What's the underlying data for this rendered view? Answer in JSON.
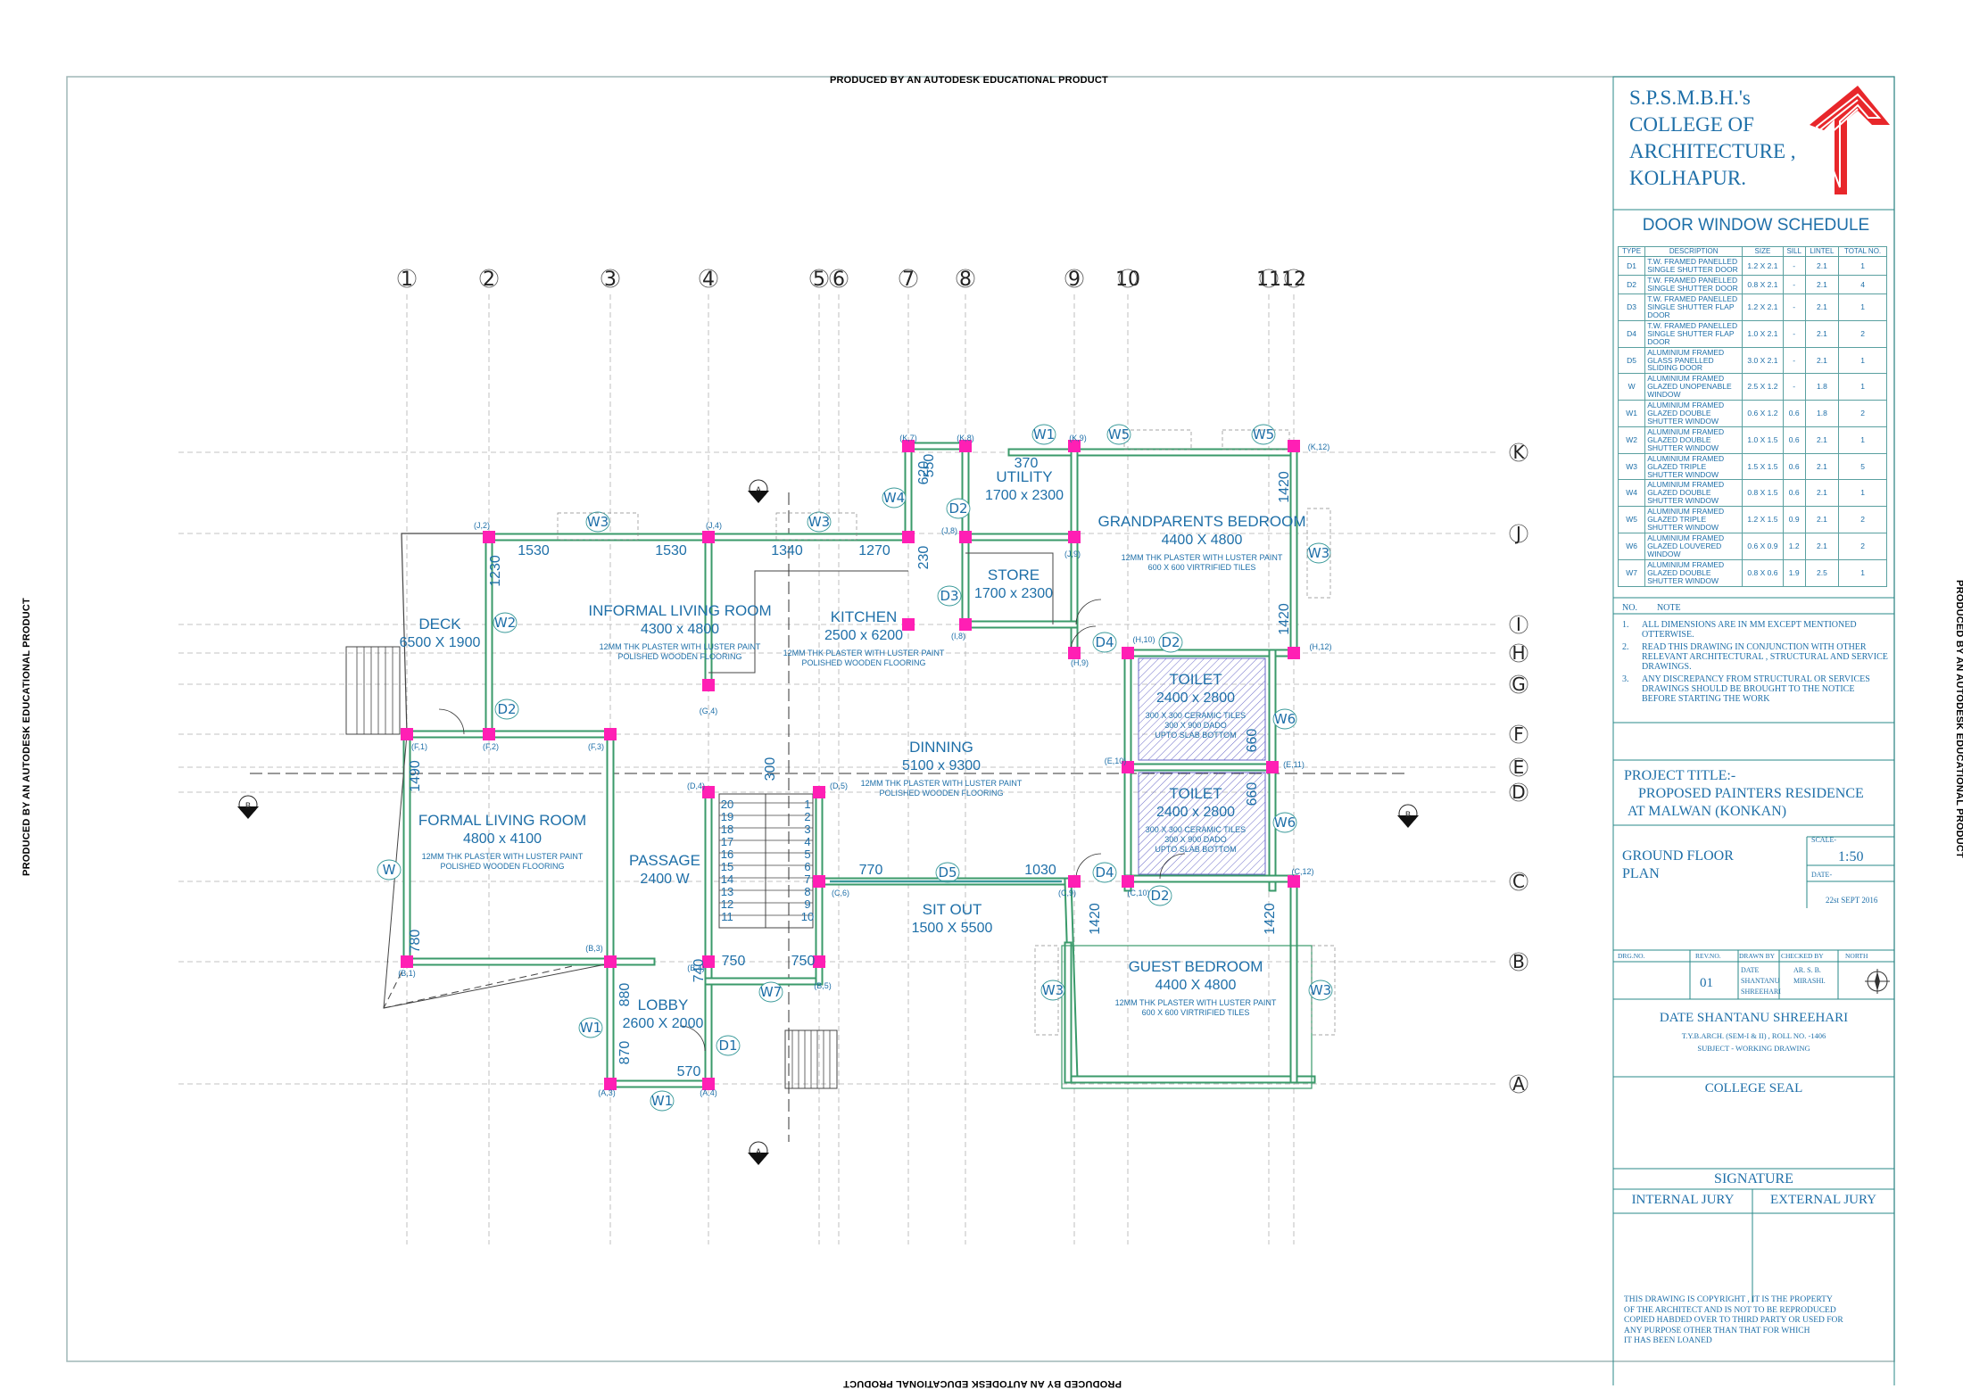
{
  "watermark": "PRODUCED BY AN AUTODESK EDUCATIONAL PRODUCT",
  "title_block": {
    "college": [
      "S.P.S.M.B.H.'s",
      "COLLEGE OF",
      "ARCHITECTURE ,",
      "KOLHAPUR."
    ],
    "schedule_title": "DOOR WINDOW SCHEDULE",
    "schedule_headers": [
      "TYPE",
      "DESCRIPTION",
      "SIZE",
      "SILL",
      "LINTEL",
      "TOTAL NO."
    ],
    "schedule_rows": [
      [
        "D1",
        "T.W. FRAMED PANELLED SINGLE SHUTTER DOOR",
        "1.2 X 2.1",
        "-",
        "2.1",
        "1"
      ],
      [
        "D2",
        "T.W. FRAMED PANELLED SINGLE SHUTTER DOOR",
        "0.8 X 2.1",
        "-",
        "2.1",
        "4"
      ],
      [
        "D3",
        "T.W. FRAMED PANELLED SINGLE SHUTTER FLAP DOOR",
        "1.2 X 2.1",
        "-",
        "2.1",
        "1"
      ],
      [
        "D4",
        "T.W. FRAMED PANELLED SINGLE SHUTTER FLAP DOOR",
        "1.0 X 2.1",
        "-",
        "2.1",
        "2"
      ],
      [
        "D5",
        "ALUMINIUM FRAMED GLASS PANELLED SLIDING DOOR",
        "3.0 X 2.1",
        "-",
        "2.1",
        "1"
      ],
      [
        "W",
        "ALUMINIUM FRAMED GLAZED UNOPENABLE WINDOW",
        "2.5 X 1.2",
        "-",
        "1.8",
        "1"
      ],
      [
        "W1",
        "ALUMINIUM FRAMED GLAZED DOUBLE SHUTTER WINDOW",
        "0.6 X 1.2",
        "0.6",
        "1.8",
        "2"
      ],
      [
        "W2",
        "ALUMINIUM FRAMED GLAZED DOUBLE SHUTTER WINDOW",
        "1.0 X 1.5",
        "0.6",
        "2.1",
        "1"
      ],
      [
        "W3",
        "ALUMINIUM FRAMED GLAZED TRIPLE SHUTTER WINDOW",
        "1.5 X 1.5",
        "0.6",
        "2.1",
        "5"
      ],
      [
        "W4",
        "ALUMINIUM FRAMED GLAZED DOUBLE SHUTTER WINDOW",
        "0.8 X 1.5",
        "0.6",
        "2.1",
        "1"
      ],
      [
        "W5",
        "ALUMINIUM FRAMED GLAZED TRIPLE SHUTTER WINDOW",
        "1.2 X 1.5",
        "0.9",
        "2.1",
        "2"
      ],
      [
        "W6",
        "ALUMINIUM FRAMED GLAZED LOUVERED WINDOW",
        "0.6 X 0.9",
        "1.2",
        "2.1",
        "2"
      ],
      [
        "W7",
        "ALUMINIUM FRAMED GLAZED DOUBLE SHUTTER WINDOW",
        "0.8 X 0.6",
        "1.9",
        "2.5",
        "1"
      ]
    ],
    "notes_header": [
      "NO.",
      "NOTE"
    ],
    "notes": [
      [
        "1.",
        "ALL DIMENSIONS ARE IN MM EXCEPT MENTIONED OTTERWISE."
      ],
      [
        "2.",
        "READ THIS DRAWING IN CONJUNCTION WITH OTHER RELEVANT ARCHITECTURAL , STRUCTURAL AND SERVICE DRAWINGS."
      ],
      [
        "3.",
        "ANY DISCREPANCY FROM STRUCTURAL OR SERVICES DRAWINGS SHOULD BE BROUGHT TO THE NOTICE BEFORE STARTING THE WORK"
      ]
    ],
    "project_title_label": "PROJECT TITLE:-",
    "project_title": [
      "PROPOSED PAINTERS RESIDENCE",
      "AT MALWAN (KONKAN)"
    ],
    "drawing_name": [
      "GROUND FLOOR",
      "PLAN"
    ],
    "scale_label": "SCALE-",
    "scale": "1:50",
    "date_label": "DATE-",
    "date": "22st SEPT 2016",
    "drg_headers": [
      "DRG.NO.",
      "REV.NO.",
      "DRAWN BY",
      "CHECKED BY",
      "NORTH"
    ],
    "rev_no": "01",
    "drawn_by": [
      "DATE",
      "SHANTANU",
      "SHREEHARI"
    ],
    "checked_by": [
      "AR. S. B.",
      "MIRASHI."
    ],
    "student_name": "DATE SHANTANU SHREEHARI",
    "student_info": "T.Y.B.ARCH. (SEM-I & II) , ROLL NO. -1406",
    "subject": "SUBJECT - WORKING DRAWING",
    "college_seal": "COLLEGE SEAL",
    "signature": "SIGNATURE",
    "internal_jury": "INTERNAL JURY",
    "external_jury": "EXTERNAL JURY",
    "copyright": [
      "THIS DRAWING IS COPYRIGHT , IT IS THE PROPERTY",
      "OF THE ARCHITECT AND IS NOT TO BE REPRODUCED",
      "COPIED HABDED OVER TO THIRD PARTY OR USED FOR",
      "ANY PURPOSE OTHER THAN THAT FOR WHICH",
      "IT HAS BEEN LOANED"
    ]
  },
  "grid_cols": [
    "1",
    "2",
    "3",
    "4",
    "5",
    "6",
    "7",
    "8",
    "9",
    "10",
    "11",
    "12"
  ],
  "grid_rows": [
    "K",
    "J",
    "I",
    "H",
    "G",
    "F",
    "E",
    "D",
    "C",
    "B",
    "A"
  ],
  "rooms": [
    {
      "name": "DECK",
      "size": "6500 X 1900"
    },
    {
      "name": "INFORMAL LIVING ROOM",
      "size": "4300 x 4800",
      "spec": [
        "12MM THK PLASTER WITH LUSTER PAINT",
        "POLISHED WOODEN FLOORING"
      ]
    },
    {
      "name": "KITCHEN",
      "size": "2500 x 6200",
      "spec": [
        "12MM THK PLASTER WITH LUSTER PAINT",
        "POLISHED WOODEN FLOORING"
      ]
    },
    {
      "name": "UTILITY",
      "size": "1700 x 2300"
    },
    {
      "name": "STORE",
      "size": "1700 x 2300"
    },
    {
      "name": "GRANDPARENTS BEDROOM",
      "size": "4400 X 4800",
      "spec": [
        "12MM THK PLASTER WITH LUSTER PAINT",
        "600 X 600 VIRTRIFIED TILES"
      ]
    },
    {
      "name": "TOILET",
      "size": "2400 x 2800",
      "spec": [
        "300 X 300 CERAMIC TILES",
        "300 X 900 DADO",
        "UPTO SLAB BOTTOM"
      ]
    },
    {
      "name": "TOILET",
      "size": "2400 x 2800",
      "spec": [
        "300 X 300 CERAMIC TILES",
        "300 X 900 DADO",
        "UPTO SLAB BOTTOM"
      ]
    },
    {
      "name": "DINNING",
      "size": "5100 x 9300",
      "spec": [
        "12MM THK PLASTER WITH LUSTER PAINT",
        "POLISHED WOODEN FLOORING"
      ]
    },
    {
      "name": "FORMAL  LIVING ROOM",
      "size": "4800 x 4100",
      "spec": [
        "12MM THK PLASTER WITH LUSTER PAINT",
        "POLISHED WOODEN FLOORING"
      ]
    },
    {
      "name": "PASSAGE",
      "size": "2400 W"
    },
    {
      "name": "SIT OUT",
      "size": "1500 X 5500"
    },
    {
      "name": "GUEST BEDROOM",
      "size": "4400 X 4800",
      "spec": [
        "12MM THK PLASTER WITH LUSTER PAINT",
        "600 X 600 VIRTRIFIED TILES"
      ]
    },
    {
      "name": "LOBBY",
      "size": "2600 X 2000"
    }
  ],
  "openings": [
    "W3",
    "W3",
    "W4",
    "W1",
    "W5",
    "W5",
    "W3",
    "W2",
    "D2",
    "D2",
    "D3",
    "D4",
    "D2",
    "W6",
    "W6",
    "D5",
    "D4",
    "D2",
    "W",
    "W3",
    "W3",
    "W7",
    "W1",
    "D1",
    "W1"
  ],
  "dims": [
    "1530",
    "1530",
    "1340",
    "1270",
    "1230",
    "230",
    "620",
    "550",
    "370",
    "1420",
    "1420",
    "1490",
    "780",
    "300",
    "770",
    "1030",
    "1420",
    "1420",
    "660",
    "660",
    "880",
    "870",
    "740",
    "750",
    "750",
    "570"
  ],
  "grid_tags": [
    "(J,2)",
    "(J,4)",
    "(K,7)",
    "(K,8)",
    "(K,9)",
    "(K,12)",
    "(J,8)",
    "(J,9)",
    "(I,8)",
    "(H,9)",
    "(H,10)",
    "(H,12)",
    "(G,4)",
    "(F,1)",
    "(F,2)",
    "(F,3)",
    "(E,10)",
    "(E,11)",
    "(D,4)",
    "(D,5)",
    "(C,6)",
    "(C,9)",
    "(C,10)",
    "(C,12)",
    "(B,1)",
    "(B,3)",
    "(B,4)",
    "(B,5)",
    "(A,3)",
    "(A,4)"
  ],
  "stair_up": [
    "1",
    "2",
    "3",
    "4",
    "5",
    "6",
    "7",
    "8",
    "9",
    "10"
  ],
  "stair_down": [
    "20",
    "19",
    "18",
    "17",
    "16",
    "15",
    "14",
    "13",
    "12",
    "11"
  ],
  "section_marks": [
    "A",
    "A",
    "B",
    "B"
  ],
  "colors": {
    "plan": "#2a8a8a",
    "wall": "#3a9a6a",
    "column": "#ff1fb4",
    "text": "#1e6fa8",
    "hatch": "#6a6ac8",
    "grid": "#b0b0b0",
    "logo": "#e8272b"
  }
}
